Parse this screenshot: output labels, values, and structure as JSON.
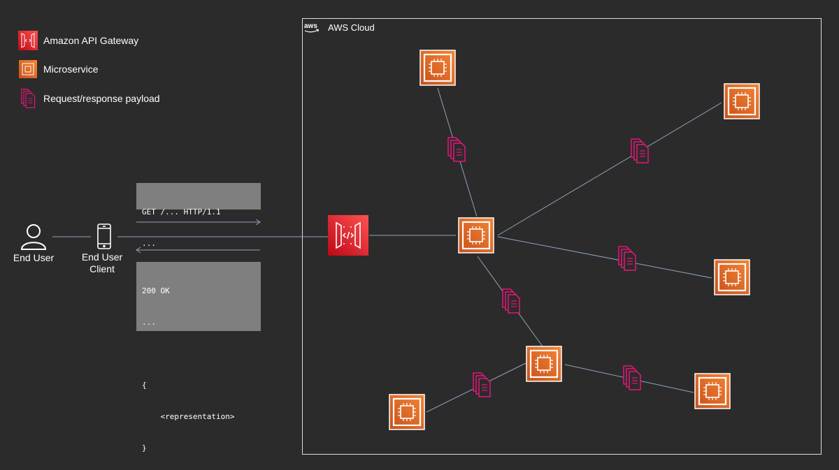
{
  "legend": {
    "api_gateway": "Amazon API Gateway",
    "microservice": "Microservice",
    "payload": "Request/response payload"
  },
  "cloud": {
    "logo_text": "aws",
    "title": "AWS Cloud"
  },
  "actors": {
    "end_user": "End User",
    "client_line1": "End User",
    "client_line2": "Client"
  },
  "request": {
    "lines": [
      "GET /... HTTP/1.1",
      "..."
    ]
  },
  "response": {
    "lines": [
      "200 OK",
      "...",
      "",
      "{",
      "    <representation>",
      "}"
    ]
  },
  "colors": {
    "background": "#2b2b2b",
    "api_gateway": "#d6242d",
    "microservice_gradient_start": "#f58534",
    "microservice_gradient_end": "#c8511b",
    "payload": "#e7157b",
    "connector": "#8fa3bf",
    "code_box": "#7f7f7f"
  },
  "icons": {
    "api_gateway": "api-gateway-icon",
    "microservice": "chip-icon",
    "payload": "documents-icon",
    "user": "user-icon",
    "client": "mobile-phone-icon"
  }
}
